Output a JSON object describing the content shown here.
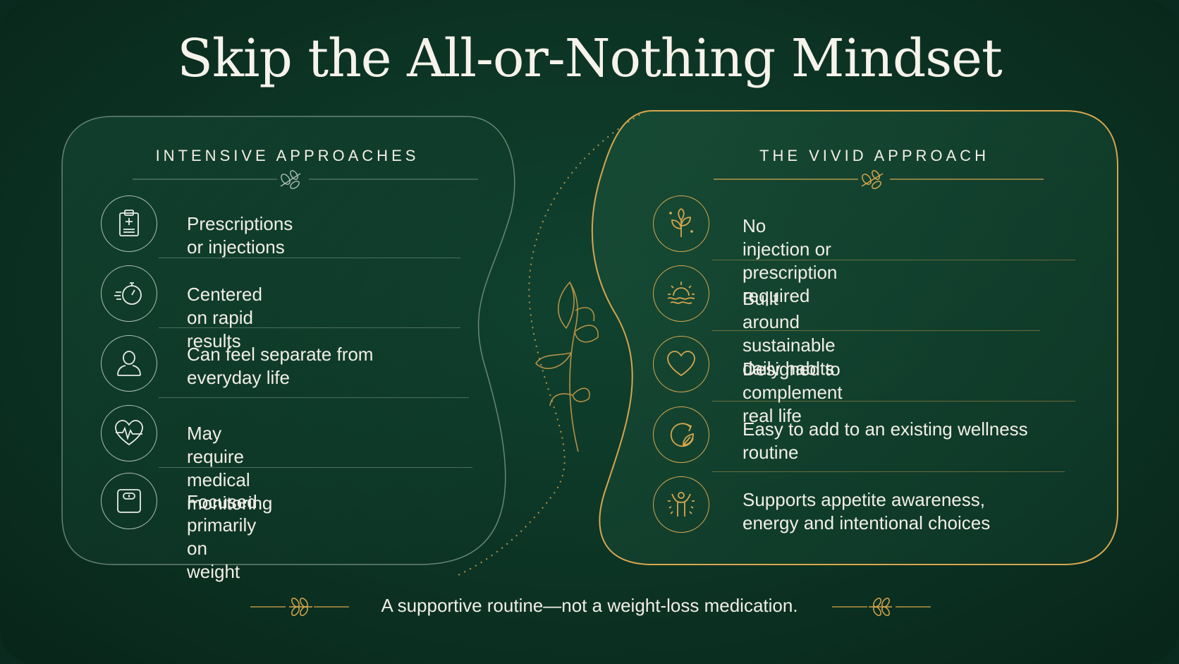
{
  "title": "Skip the All-or-Nothing Mindset",
  "colors": {
    "background": "#0c3324",
    "gold_accent": "#d6a64e",
    "muted_line": "#aebfb5",
    "text": "#f1eee6"
  },
  "left_panel": {
    "heading": "INTENSIVE APPROACHES",
    "items": [
      {
        "icon": "clipboard-medical-icon",
        "text": "Prescriptions or injections"
      },
      {
        "icon": "stopwatch-icon",
        "text": "Centered on rapid results"
      },
      {
        "icon": "person-icon",
        "text": "Can feel separate from everyday life"
      },
      {
        "icon": "heart-pulse-icon",
        "text": "May require medical monitoring"
      },
      {
        "icon": "scale-icon",
        "text": "Focused primarily on weight"
      }
    ]
  },
  "right_panel": {
    "heading": "THE VIVID APPROACH",
    "items": [
      {
        "icon": "sprout-icon",
        "text": "No injection or prescription required"
      },
      {
        "icon": "sunrise-icon",
        "text": "Built around sustainable daily habits"
      },
      {
        "icon": "heart-icon",
        "text": "Designed to complement real life"
      },
      {
        "icon": "cycle-leaf-icon",
        "text": "Easy to add to an existing wellness routine"
      },
      {
        "icon": "person-arms-up-icon",
        "text": "Supports appetite awareness, energy and intentional choices"
      }
    ]
  },
  "footer": "A supportive routine—not a weight-loss medication."
}
